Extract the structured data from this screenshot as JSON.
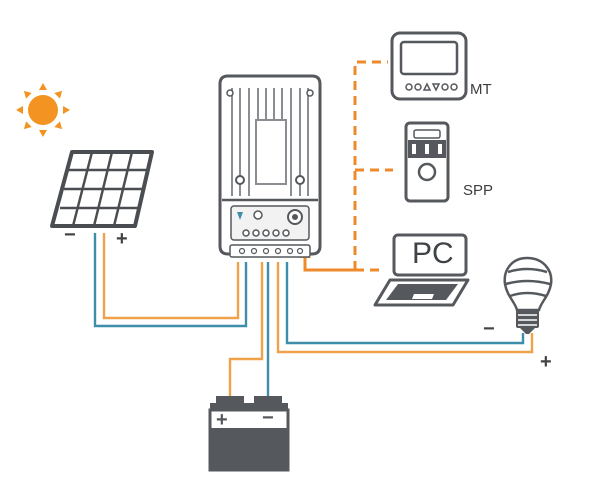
{
  "labels": {
    "mt": "MT",
    "spp": "SPP",
    "pc": "PC",
    "panel_negative": "−",
    "panel_positive": "+",
    "battery_positive": "+",
    "battery_negative": "−",
    "load_negative": "−",
    "load_positive": "+"
  },
  "icons": [
    "sun-icon",
    "solar-panel-icon",
    "charge-controller-icon",
    "mt-meter-icon",
    "spp-device-icon",
    "pc-laptop-icon",
    "light-bulb-icon",
    "battery-icon"
  ],
  "colors": {
    "orange_wire": "#f0a24a",
    "blue_wire": "#3f8ea9",
    "dashed_link": "#ef8a2c",
    "sun": "#f39321",
    "device_gray": "#55595d"
  }
}
